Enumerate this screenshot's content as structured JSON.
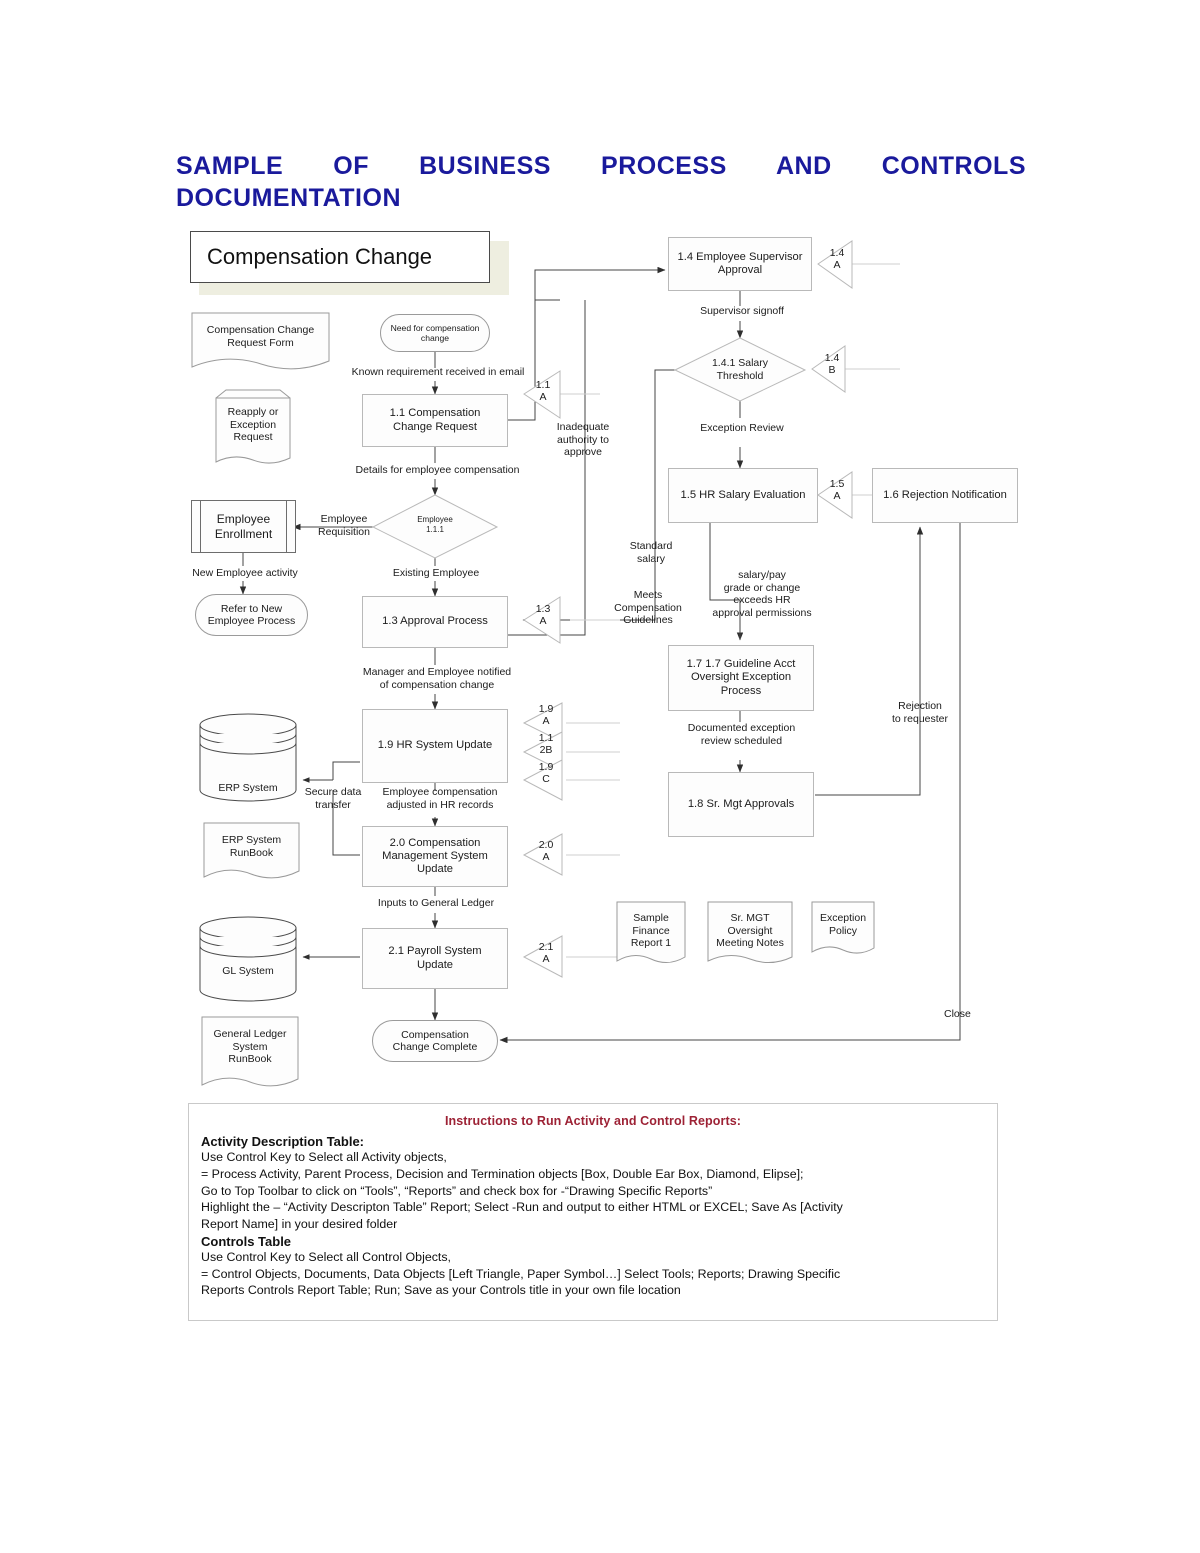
{
  "document": {
    "title_line1": "SAMPLE   OF   BUSINESS   PROCESS   AND   CONTROLS",
    "title_line2": "DOCUMENTATION",
    "banner_label": "Compensation Change"
  },
  "flowchart": {
    "type": "business-process-flowchart",
    "documents": [
      {
        "id": "doc-request-form",
        "text": "Compensation Change\nRequest Form"
      },
      {
        "id": "doc-reapply",
        "text": "Reapply or\nException\nRequest"
      },
      {
        "id": "doc-erp-runbook",
        "text": "ERP System\nRunBook"
      },
      {
        "id": "doc-gl-runbook",
        "text": "General Ledger\nSystem\nRunBook"
      },
      {
        "id": "doc-sample-finance",
        "text": "Sample\nFinance\nReport 1"
      },
      {
        "id": "doc-srmgt-notes",
        "text": "Sr. MGT\nOversight\nMeeting Notes"
      },
      {
        "id": "doc-exception-policy",
        "text": "Exception\nPolicy"
      }
    ],
    "data_stores": [
      {
        "id": "ds-erp",
        "label": "ERP System"
      },
      {
        "id": "ds-gl",
        "label": "GL System"
      }
    ],
    "terminators": [
      {
        "id": "term-start",
        "text": "Need for compensation\nchange"
      },
      {
        "id": "term-new-emp",
        "text": "Refer to New\nEmployee Process"
      },
      {
        "id": "term-complete",
        "text": "Compensation\nChange Complete"
      }
    ],
    "parent_processes": [
      {
        "id": "pp-employee-enrollment",
        "text": "Employee\nEnrollment"
      }
    ],
    "decisions": [
      {
        "id": "dec-employee",
        "line1": "Employee",
        "line2": "1.1.1"
      },
      {
        "id": "dec-salary-threshold",
        "line1": "1.4.1 Salary",
        "line2": "Threshold"
      }
    ],
    "processes": [
      {
        "id": "p-1-1",
        "text": "1.1 Compensation\nChange Request"
      },
      {
        "id": "p-1-3",
        "text": "1.3 Approval Process"
      },
      {
        "id": "p-1-4",
        "text": "1.4 Employee Supervisor\nApproval"
      },
      {
        "id": "p-1-5",
        "text": "1.5 HR Salary Evaluation"
      },
      {
        "id": "p-1-6",
        "text": "1.6 Rejection Notification"
      },
      {
        "id": "p-1-7",
        "text": "1.7 1.7  Guideline Acct\nOversight Exception\nProcess"
      },
      {
        "id": "p-1-8",
        "text": "1.8 Sr. Mgt Approvals"
      },
      {
        "id": "p-1-9",
        "text": "1.9 HR System Update"
      },
      {
        "id": "p-2-0",
        "text": "2.0 Compensation\nManagement System\nUpdate"
      },
      {
        "id": "p-2-1",
        "text": "2.1 Payroll System\nUpdate"
      }
    ],
    "controls": [
      {
        "id": "ctl-1-1a",
        "line1": "1.1",
        "line2": "A"
      },
      {
        "id": "ctl-1-3a",
        "line1": "1.3",
        "line2": "A"
      },
      {
        "id": "ctl-1-4a",
        "line1": "1.4",
        "line2": "A"
      },
      {
        "id": "ctl-1-4b",
        "line1": "1.4",
        "line2": "B"
      },
      {
        "id": "ctl-1-5a",
        "line1": "1.5",
        "line2": "A"
      },
      {
        "id": "ctl-1-9a",
        "line1": "1.9",
        "line2": "A"
      },
      {
        "id": "ctl-1-1-2b",
        "line1": "1.1",
        "line2": "2B"
      },
      {
        "id": "ctl-1-9c",
        "line1": "1.9",
        "line2": "C"
      },
      {
        "id": "ctl-2-0a",
        "line1": "2.0",
        "line2": "A"
      },
      {
        "id": "ctl-2-1a",
        "line1": "2.1",
        "line2": "A"
      }
    ],
    "connector_labels": [
      {
        "id": "cl-known-req",
        "text": "Known requirement received in email"
      },
      {
        "id": "cl-details",
        "text": "Details for employee compensation"
      },
      {
        "id": "cl-employee-req",
        "text": "Employee\nRequisition"
      },
      {
        "id": "cl-new-emp-activity",
        "text": "New Employee activity"
      },
      {
        "id": "cl-existing-emp",
        "text": "Existing Employee"
      },
      {
        "id": "cl-inadequate",
        "text": "Inadequate\nauthority to\napprove"
      },
      {
        "id": "cl-supervisor-signoff",
        "text": "Supervisor signoff"
      },
      {
        "id": "cl-exception-review",
        "text": "Exception Review"
      },
      {
        "id": "cl-standard-salary",
        "text": "Standard\nsalary"
      },
      {
        "id": "cl-meets-guidelines",
        "text": "Meets\nCompensation\nGuidelines"
      },
      {
        "id": "cl-exceeds-hr",
        "text": "salary/pay\ngrade  or change\nexceeds HR\napproval permissions"
      },
      {
        "id": "cl-documented-exception",
        "text": "Documented exception\nreview scheduled"
      },
      {
        "id": "cl-manager-notified",
        "text": "Manager and Employee notified\nof compensation change"
      },
      {
        "id": "cl-secure-transfer",
        "text": "Secure data\ntransfer"
      },
      {
        "id": "cl-emp-comp-adjusted",
        "text": "Employee compensation\nadjusted in HR records"
      },
      {
        "id": "cl-inputs-gl",
        "text": "Inputs to General Ledger"
      },
      {
        "id": "cl-rejection-requester",
        "text": "Rejection\nto requester"
      },
      {
        "id": "cl-close",
        "text": "Close"
      }
    ]
  },
  "instructions": {
    "heading": "Instructions to Run Activity and Control Reports:",
    "section1_title": "Activity Description Table:",
    "section1_lines": [
      "Use Control Key to Select all Activity objects,",
      "= Process Activity, Parent Process, Decision and Termination objects [Box, Double Ear Box, Diamond, Elipse];",
      "Go to Top Toolbar to click on “Tools”, “Reports” and check box for -“Drawing Specific Reports”",
      "Highlight the – “Activity Descripton Table” Report;  Select -Run and output to either HTML or EXCEL;  Save As [Activity",
      "Report Name] in your desired folder"
    ],
    "section2_title": "Controls Table",
    "section2_lines": [
      "Use Control Key to Select all Control Objects,",
      "= Control Objects, Documents, Data Objects [Left Triangle, Paper Symbol…]  Select Tools; Reports; Drawing Specific",
      "Reports  Controls Report Table; Run; Save as your Controls title in your own file location"
    ]
  },
  "colors": {
    "title": "#1a1a9c",
    "instruction_heading": "#9d2235",
    "line": "#8e8e8e",
    "connector": "#3a3a3a"
  }
}
